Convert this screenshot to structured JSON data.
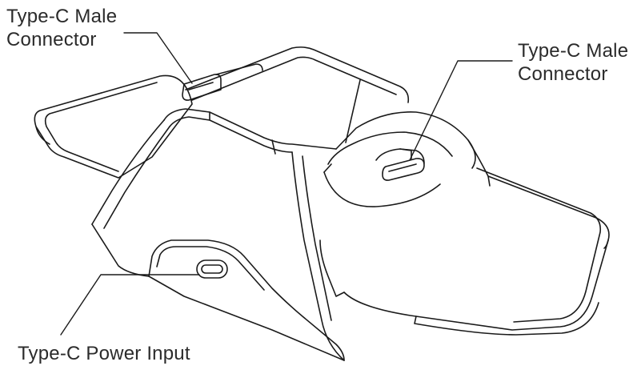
{
  "labels": {
    "left_connector": {
      "line1": "Type-C Male",
      "line2": "Connector"
    },
    "right_connector": {
      "line1": "Type-C Male",
      "line2": "Connector"
    },
    "power_input": {
      "text": "Type-C Power Input"
    }
  },
  "colors": {
    "stroke": "#1a1a1a",
    "text": "#2b2b2b",
    "background": "#ffffff"
  }
}
